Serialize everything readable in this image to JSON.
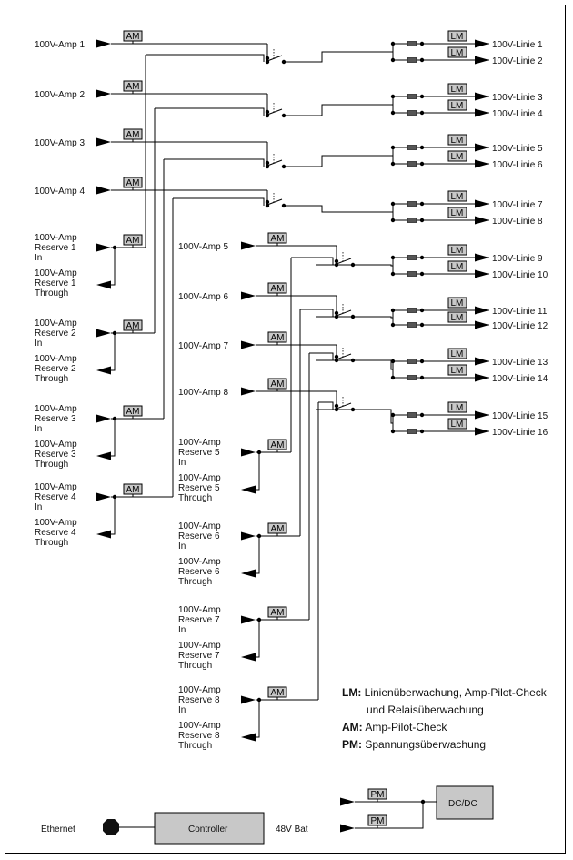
{
  "amp_inputs": [
    "100V-Amp 1",
    "100V-Amp 2",
    "100V-Amp 3",
    "100V-Amp 4",
    "100V-Amp 5",
    "100V-Amp 6",
    "100V-Amp 7",
    "100V-Amp 8"
  ],
  "reserves": [
    {
      "in": [
        "100V-Amp",
        "Reserve 1",
        "In"
      ],
      "through": [
        "100V-Amp",
        "Reserve 1",
        "Through"
      ]
    },
    {
      "in": [
        "100V-Amp",
        "Reserve 2",
        "In"
      ],
      "through": [
        "100V-Amp",
        "Reserve 2",
        "Through"
      ]
    },
    {
      "in": [
        "100V-Amp",
        "Reserve 3",
        "In"
      ],
      "through": [
        "100V-Amp",
        "Reserve 3",
        "Through"
      ]
    },
    {
      "in": [
        "100V-Amp",
        "Reserve 4",
        "In"
      ],
      "through": [
        "100V-Amp",
        "Reserve 4",
        "Through"
      ]
    },
    {
      "in": [
        "100V-Amp",
        "Reserve 5",
        "In"
      ],
      "through": [
        "100V-Amp",
        "Reserve 5",
        "Through"
      ]
    },
    {
      "in": [
        "100V-Amp",
        "Reserve 6",
        "In"
      ],
      "through": [
        "100V-Amp",
        "Reserve 6",
        "Through"
      ]
    },
    {
      "in": [
        "100V-Amp",
        "Reserve 7",
        "In"
      ],
      "through": [
        "100V-Amp",
        "Reserve 7",
        "Through"
      ]
    },
    {
      "in": [
        "100V-Amp",
        "Reserve 8",
        "In"
      ],
      "through": [
        "100V-Amp",
        "Reserve 8",
        "Through"
      ]
    }
  ],
  "outputs": [
    "100V-Linie 1",
    "100V-Linie 2",
    "100V-Linie 3",
    "100V-Linie 4",
    "100V-Linie 5",
    "100V-Linie 6",
    "100V-Linie 7",
    "100V-Linie 8",
    "100V-Linie 9",
    "100V-Linie 10",
    "100V-Linie 11",
    "100V-Linie 12",
    "100V-Linie 13",
    "100V-Linie 14",
    "100V-Linie 15",
    "100V-Linie 16"
  ],
  "badges": {
    "am": "AM",
    "lm": "LM",
    "pm": "PM"
  },
  "legend": [
    {
      "key": "LM:",
      "text": "Linienüberwachung, Amp-Pilot-Check"
    },
    {
      "key": "",
      "text": "und Relaisüberwachung"
    },
    {
      "key": "AM:",
      "text": "Amp-Pilot-Check"
    },
    {
      "key": "PM:",
      "text": "Spannungsüberwachung"
    }
  ],
  "bottom": {
    "ethernet": "Ethernet",
    "controller": "Controller",
    "bat": "48V Bat",
    "dcdc": "DC/DC"
  },
  "colors": {
    "badge_fill": "#c8c8c8",
    "controller_fill": "#c8c8c8",
    "line": "#000000"
  }
}
